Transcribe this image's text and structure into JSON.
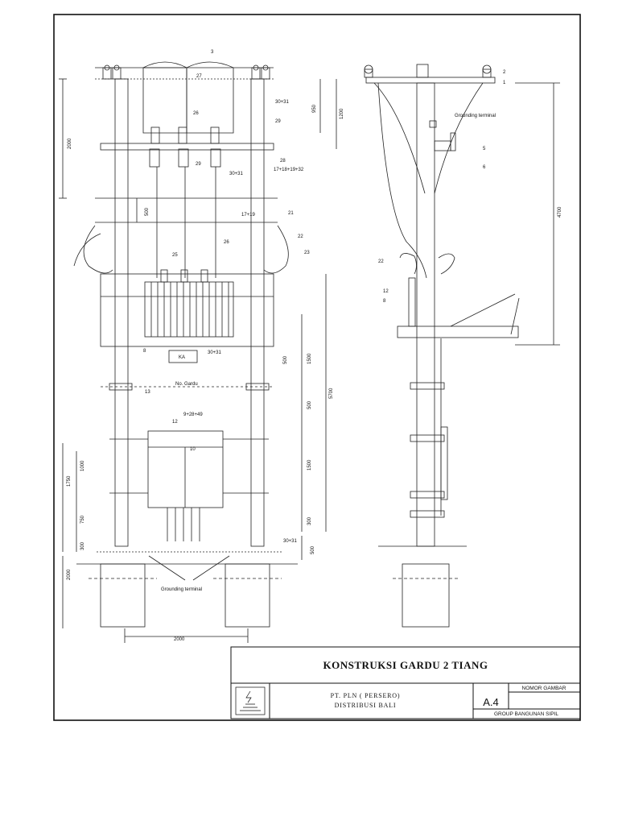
{
  "title_block": {
    "title": "KONSTRUKSI GARDU 2 TIANG",
    "company_line1": "PT. PLN ( PERSERO)",
    "company_line2": "DISTRIBUSI BALI",
    "drawing_number_label": "NOMOR GAMBAR",
    "drawing_number": "A.4",
    "group": "GROUP BANGUNAN SIPIL"
  },
  "front_view": {
    "callouts": {
      "c3": "3",
      "c27": "27",
      "c26a": "26",
      "c30_31a": "30+31",
      "c29a": "29",
      "c28": "28",
      "c29b": "29",
      "c30_31b": "30+31",
      "c17_32": "17+18+19+32",
      "c17_19": "17+19",
      "c21": "21",
      "c26b": "26",
      "c22": "22",
      "c23": "23",
      "c25": "25",
      "c8": "8",
      "c30_31c": "30+31",
      "c13": "13",
      "c12": "12",
      "c9_49": "9+28+49",
      "c10": "10",
      "c30_31d": "30+31"
    },
    "labels": {
      "ka": "KA",
      "no_gardu": "No. Gardu",
      "grounding": "Grounding terminal"
    },
    "dimensions": {
      "d2000_top": "2000",
      "d500a": "500",
      "d950": "950",
      "d1200": "1200",
      "d1500a": "1500",
      "d500b": "500",
      "d500c": "500",
      "d1500b": "1500",
      "d300": "300",
      "d5700": "5700",
      "d1750": "1750",
      "d1000": "1000",
      "d750": "750",
      "d300b": "300",
      "d500d": "500",
      "d2000_base": "2000",
      "d2000_bottom": "2000"
    }
  },
  "side_view": {
    "callouts": {
      "c2": "2",
      "c1": "1",
      "grounding": "Grounding terminal",
      "c5": "5",
      "c6": "6",
      "c22": "22",
      "c12": "12",
      "c8": "8"
    },
    "dimensions": {
      "d4700": "4700"
    }
  }
}
